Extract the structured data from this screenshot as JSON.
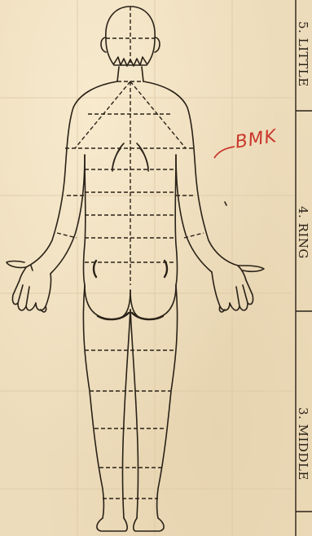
{
  "annotation": {
    "text": "BMK",
    "color": "#c9372c"
  },
  "columns": [
    {
      "label": "5. LITTLE"
    },
    {
      "label": "4. RING"
    },
    {
      "label": "3. MIDDLE"
    }
  ],
  "colors": {
    "paper": "#eddcbb",
    "ink": "#2a2218",
    "grid": "#d7c3a0"
  }
}
